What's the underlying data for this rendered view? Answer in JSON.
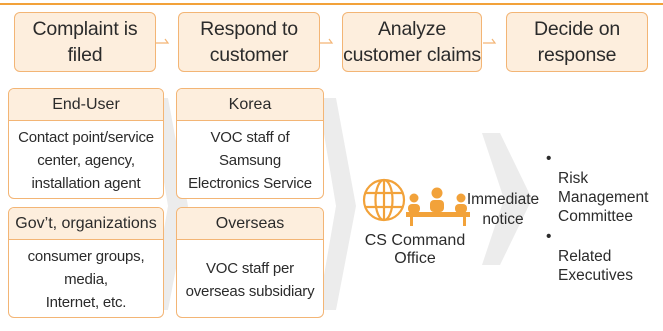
{
  "process_steps": [
    {
      "label": "Complaint is\nfiled"
    },
    {
      "label": "Respond to\ncustomer"
    },
    {
      "label": "Analyze\ncustomer claims"
    },
    {
      "label": "Decide on\nresponse"
    }
  ],
  "end_user": {
    "title": "End-User",
    "body": "Contact point/service\ncenter, agency,\ninstallation agent"
  },
  "govt": {
    "title": "Gov’t, organizations",
    "body": "consumer groups,\nmedia,\nInternet, etc."
  },
  "korea": {
    "title": "Korea",
    "body": "VOC staff of\nSamsung\nElectronics Service"
  },
  "overseas": {
    "title": "Overseas",
    "body": "VOC staff per\noverseas subsidiary"
  },
  "cs_office": {
    "label": "CS Command Office"
  },
  "notice": {
    "label": "Immediate\nnotice"
  },
  "recipients": [
    {
      "label": "Risk\nManagement\nCommittee"
    },
    {
      "label": "Related\nExecutives"
    }
  ],
  "colors": {
    "accent": "#f2a23a",
    "fill": "#fdeedd",
    "icon": "#f2a23a",
    "chevron": "#ececec"
  }
}
